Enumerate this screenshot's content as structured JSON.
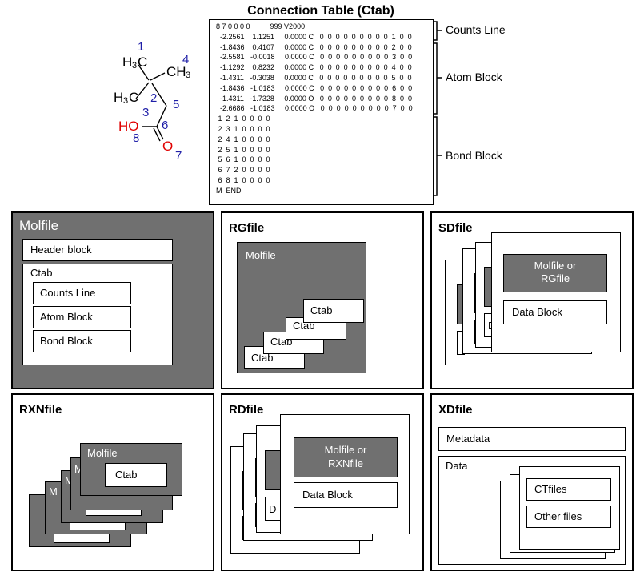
{
  "top": {
    "title": "Connection Table (Ctab)",
    "ctab_lines": [
      "8 7 0 0 0 0          999 V2000",
      "  -2.2561    1.1251     0.0000 C   0  0  0  0  0  0  0  0  0  1  0  0",
      "  -1.8436    0.4107     0.0000 C   0  0  0  0  0  0  0  0  0  2  0  0",
      "  -2.5581   -0.0018     0.0000 C   0  0  0  0  0  0  0  0  0  3  0  0",
      "  -1.1292    0.8232     0.0000 C   0  0  0  0  0  0  0  0  0  4  0  0",
      "  -1.4311   -0.3038     0.0000 C   0  0  0  0  0  0  0  0  0  5  0  0",
      "  -1.8436   -1.0183     0.0000 C   0  0  0  0  0  0  0  0  0  6  0  0",
      "  -1.4311   -1.7328     0.0000 O   0  0  0  0  0  0  0  0  0  8  0  0",
      "  -2.6686   -1.0183     0.0000 O   0  0  0  0  0  0  0  0  0  7  0  0",
      " 1  2  1  0  0  0  0",
      " 2  3  1  0  0  0  0",
      " 2  4  1  0  0  0  0",
      " 2  5  1  0  0  0  0",
      " 5  6  1  0  0  0  0",
      " 6  7  2  0  0  0  0",
      " 6  8  1  0  0  0  0",
      "M  END"
    ],
    "brackets": [
      "Counts Line",
      "Atom Block",
      "Bond Block"
    ],
    "molecule": {
      "groups": [
        "H",
        "3",
        "C",
        "CH",
        "3",
        "H",
        "3",
        "C",
        "HO",
        "O"
      ],
      "numbers": [
        "1",
        "4",
        "2",
        "3",
        "5",
        "6",
        "8",
        "7"
      ],
      "colors": {
        "atom_num": "#1f1fa8",
        "oxygen": "#e00000",
        "bond": "#000000"
      }
    }
  },
  "molfile": {
    "title": "Molfile",
    "header": "Header block",
    "ctab": "Ctab",
    "items": [
      "Counts Line",
      "Atom Block",
      "Bond Block"
    ]
  },
  "rgfile": {
    "title": "RGfile",
    "molfile": "Molfile",
    "ctabs": [
      "Ctab",
      "Ctab",
      "Ctab",
      "Ctab"
    ]
  },
  "sdfile": {
    "title": "SDfile",
    "inner": "Molfile or RGfile",
    "data_block": "Data Block",
    "peek": "D"
  },
  "rxnfile": {
    "title": "RXNfile",
    "molfile": "Molfile",
    "ctab": "Ctab",
    "peek": [
      "M",
      "M",
      "M"
    ]
  },
  "rdfile": {
    "title": "RDfile",
    "inner": "Molfile or RXNfile",
    "data_block": "Data Block",
    "peek": "D"
  },
  "xdfile": {
    "title": "XDfile",
    "metadata": "Metadata",
    "data": "Data",
    "ctfiles": "CTfiles",
    "other": "Other files"
  },
  "colors": {
    "gray": "#707070",
    "border": "#000000",
    "white": "#ffffff"
  }
}
